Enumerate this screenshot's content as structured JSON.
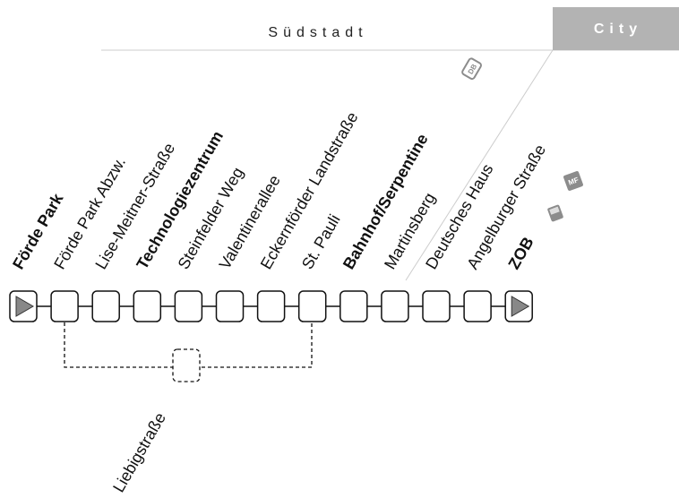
{
  "zones": {
    "suedstadt": {
      "label": "Südstadt"
    },
    "city": {
      "label": "City",
      "bg": "#b3b3b3",
      "text": "#ffffff"
    }
  },
  "stops": [
    {
      "label": "Förde Park",
      "major": true,
      "kind": "terminus"
    },
    {
      "label": "Förde Park Abzw.",
      "major": false,
      "kind": "stop"
    },
    {
      "label": "Lise-Meitner-Straße",
      "major": false,
      "kind": "stop"
    },
    {
      "label": "Technologiezentrum",
      "major": true,
      "kind": "stop"
    },
    {
      "label": "Steinfelder Weg",
      "major": false,
      "kind": "stop"
    },
    {
      "label": "Valentinerallee",
      "major": false,
      "kind": "stop"
    },
    {
      "label": "Eckernförder Landstraße",
      "major": false,
      "kind": "stop"
    },
    {
      "label": "St. Pauli",
      "major": false,
      "kind": "stop"
    },
    {
      "label": "Bahnhof/Serpentine",
      "major": true,
      "kind": "stop",
      "icons": [
        "db-icon"
      ]
    },
    {
      "label": "Martinsberg",
      "major": false,
      "kind": "stop"
    },
    {
      "label": "Deutsches Haus",
      "major": false,
      "kind": "stop"
    },
    {
      "label": "Angelburger Straße",
      "major": false,
      "kind": "stop"
    },
    {
      "label": "ZOB",
      "major": true,
      "kind": "terminus",
      "icons": [
        "bus-icon",
        "mf-icon"
      ]
    }
  ],
  "branch": {
    "label": "Liebigstraße",
    "style": "dashed"
  },
  "icons": {
    "db": "DB",
    "mf": "MF"
  },
  "colors": {
    "line": "#111111",
    "terminus_fill": "#888888",
    "divider": "#cccccc",
    "icon_gray": "#8c8c8c"
  }
}
